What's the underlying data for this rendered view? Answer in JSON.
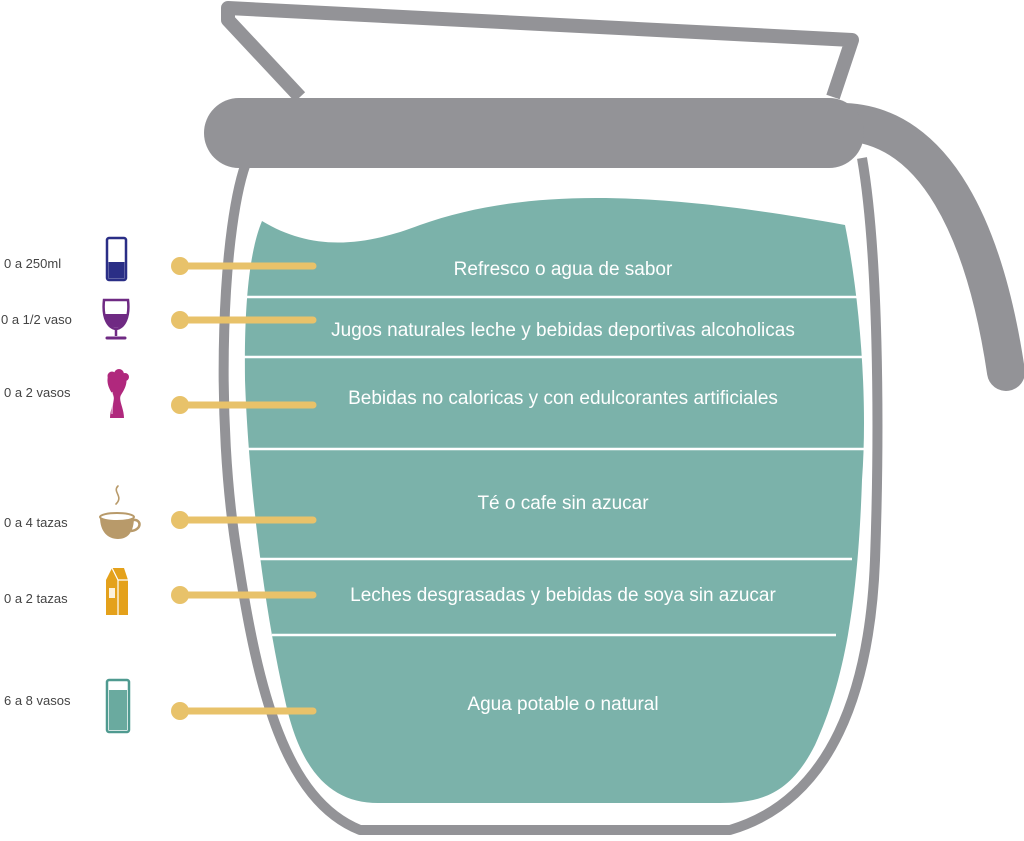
{
  "colors": {
    "jar_outline": "#939397",
    "water": "#7bb2aa",
    "divider": "#ffffff",
    "pointer": "#e8c26a",
    "background": "#ffffff"
  },
  "levels": [
    {
      "amount": "0 a 250ml",
      "drink": "Refresco o agua de sabor",
      "icon": "soda-glass-icon",
      "icon_color": "#2a2e86"
    },
    {
      "amount": "0 a 1/2 vaso",
      "drink": "Jugos naturales leche y bebidas deportivas alcoholicas",
      "icon": "wine-glass-icon",
      "icon_color": "#6f2a83"
    },
    {
      "amount": "0 a 2 vasos",
      "drink": "Bebidas  no caloricas y con edulcorantes artificiales",
      "icon": "fizzy-glass-icon",
      "icon_color": "#b0287d"
    },
    {
      "amount": "0 a 4 tazas",
      "drink": "Té o cafe sin azucar",
      "icon": "coffee-cup-icon",
      "icon_color": "#b89a6a"
    },
    {
      "amount": "0 a 2 tazas",
      "drink": "Leches desgrasadas y bebidas  de soya sin azucar",
      "icon": "milk-carton-icon",
      "icon_color": "#e4a11b"
    },
    {
      "amount": "6 a 8 vasos",
      "drink": "Agua potable  o natural",
      "icon": "water-glass-icon",
      "icon_color": "#4f9a90"
    }
  ]
}
